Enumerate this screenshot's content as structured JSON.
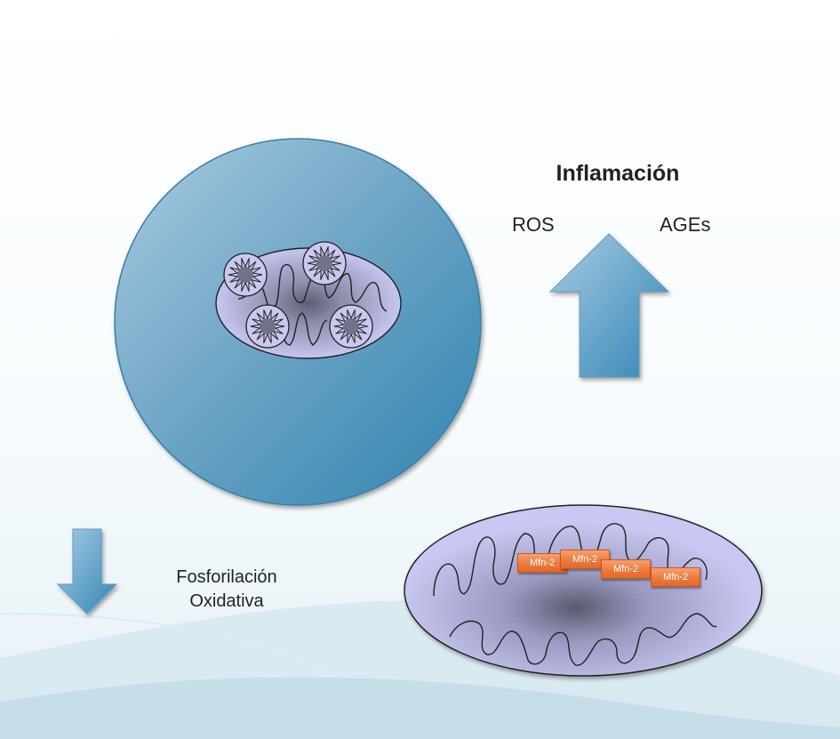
{
  "labels": {
    "inflammation": "Inflamación",
    "ros": "ROS",
    "ages": "AGEs",
    "oxphos_line1": "Fosforilación",
    "oxphos_line2": "Oxidativa"
  },
  "mfn_labels": [
    "Mfn-2",
    "Mfn-2",
    "Mfn-2",
    "Mfn-2"
  ],
  "colors": {
    "cell_light": "#9ac0d6",
    "cell_dark": "#2f82ad",
    "mitochondrion_fill": "#c4c4ee",
    "mitochondrion_core": "#6a6a80",
    "arrow_light": "#8fbbd8",
    "arrow_dark": "#3a88b8",
    "mfn_orange": "#ee7a3c",
    "wave": "#c5dce8"
  },
  "icons": {
    "up_arrow": "up-arrow-icon",
    "down_arrow": "down-arrow-icon"
  }
}
